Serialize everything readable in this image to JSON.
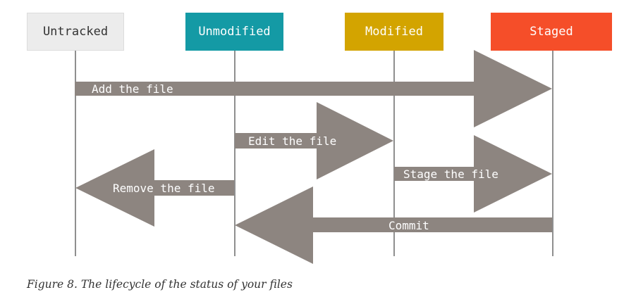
{
  "diagram": {
    "states": [
      {
        "label": "Untracked",
        "bg": "#ececec",
        "fg": "#333333"
      },
      {
        "label": "Unmodified",
        "bg": "#149aa5",
        "fg": "#ffffff"
      },
      {
        "label": "Modified",
        "bg": "#d3a400",
        "fg": "#ffffff"
      },
      {
        "label": "Staged",
        "bg": "#f54e29",
        "fg": "#ffffff"
      }
    ],
    "transitions": [
      {
        "label": "Add the file",
        "from": "Untracked",
        "to": "Staged"
      },
      {
        "label": "Edit the file",
        "from": "Unmodified",
        "to": "Modified"
      },
      {
        "label": "Stage the file",
        "from": "Modified",
        "to": "Staged"
      },
      {
        "label": "Remove the file",
        "from": "Unmodified",
        "to": "Untracked"
      },
      {
        "label": "Commit",
        "from": "Staged",
        "to": "Unmodified"
      }
    ],
    "arrow_color": "#8d8580",
    "lifeline_color": "#8f8f8f"
  },
  "caption": "Figure 8. The lifecycle of the status of your files"
}
